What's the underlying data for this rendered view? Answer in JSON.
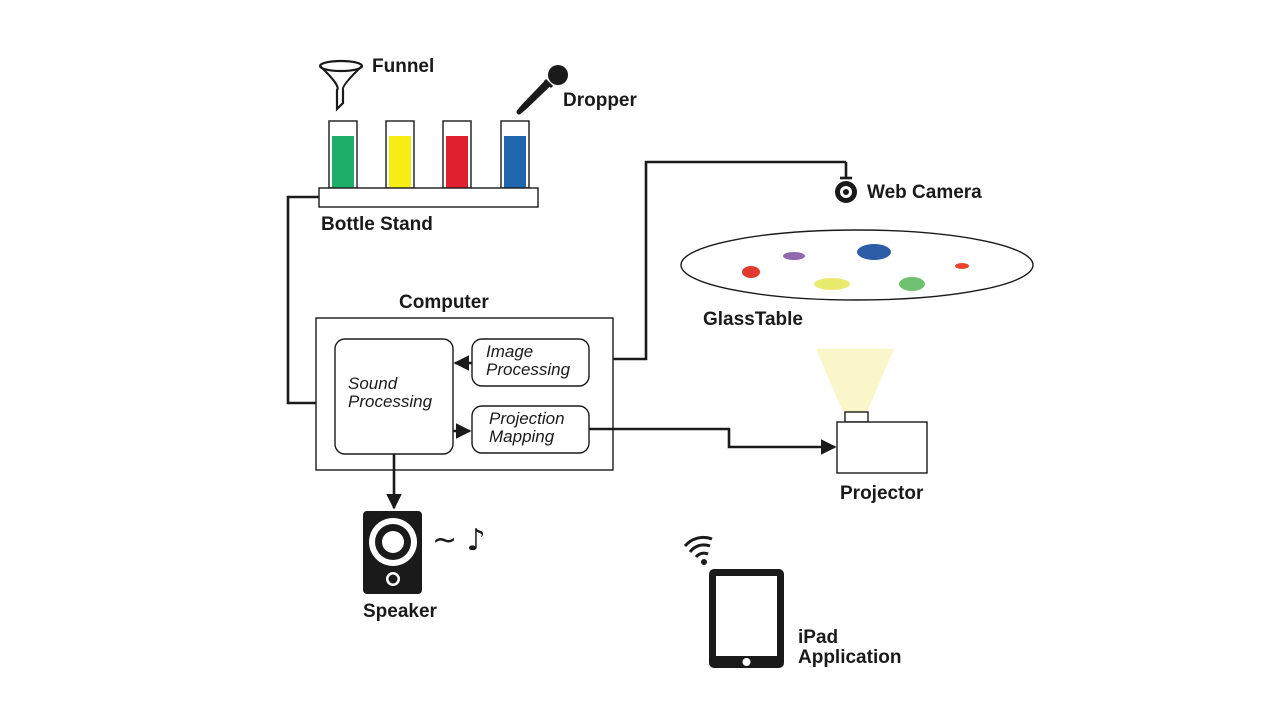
{
  "labels": {
    "funnel": "Funnel",
    "dropper": "Dropper",
    "bottle_stand": "Bottle Stand",
    "web_camera": "Web Camera",
    "glass_table": "GlassTable",
    "computer": "Computer",
    "image_processing": [
      "Image",
      "Processing"
    ],
    "sound_processing": [
      "Sound",
      "Processing"
    ],
    "projection_mapping": [
      "Projection",
      "Mapping"
    ],
    "projector": "Projector",
    "speaker": "Speaker",
    "ipad_application": [
      "iPad",
      "Application"
    ],
    "sound_symbol": "~ ♪"
  },
  "colors": {
    "bottle_green": "#1fae6a",
    "bottle_yellow": "#f7ec13",
    "bottle_red": "#e0202e",
    "bottle_blue": "#1f66ae",
    "projector_beam": "#fbf6c9",
    "ink": "#1a1a1a",
    "spot_red": "#e23a2a",
    "spot_purple": "#8f68b0",
    "spot_blue": "#2c5da6",
    "spot_yellow": "#e7ea6c",
    "spot_green": "#6fc070",
    "spot_red_small": "#e8452e"
  },
  "icons": [
    "funnel-icon",
    "dropper-icon",
    "web-camera-icon",
    "projector-icon",
    "speaker-icon",
    "ipad-icon",
    "wifi-icon",
    "music-note-icon"
  ]
}
